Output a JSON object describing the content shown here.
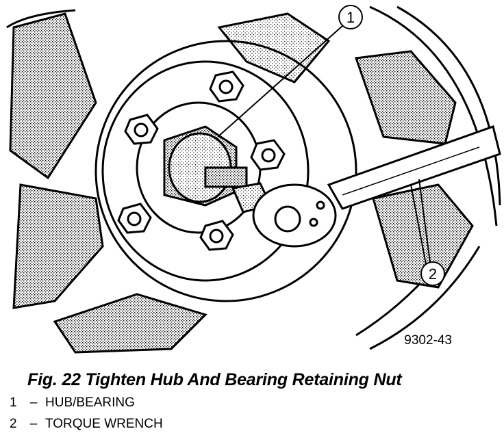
{
  "callouts": [
    {
      "number": "1",
      "label": "HUB/BEARING"
    },
    {
      "number": "2",
      "label": "TORQUE WRENCH"
    }
  ],
  "figure_code": "9302-43",
  "caption": "Fig. 22 Tighten Hub And Bearing Retaining Nut",
  "legend_separator": "–"
}
